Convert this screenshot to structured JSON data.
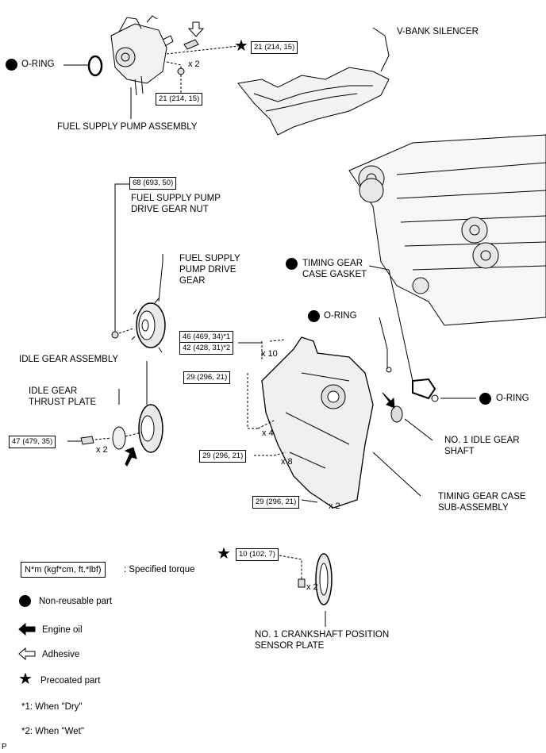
{
  "labels": {
    "o_ring_pump": "O-RING",
    "fuel_supply_pump_assembly": "FUEL SUPPLY PUMP ASSEMBLY",
    "v_bank_silencer": "V-BANK SILENCER",
    "drive_gear_nut_1": "FUEL SUPPLY PUMP",
    "drive_gear_nut_2": "DRIVE GEAR NUT",
    "drive_gear_1": "FUEL SUPPLY",
    "drive_gear_2": "PUMP DRIVE",
    "drive_gear_3": "GEAR",
    "timing_gasket_1": "TIMING GEAR",
    "timing_gasket_2": "CASE GASKET",
    "o_ring_case": "O-RING",
    "o_ring_right": "O-RING",
    "idle_gear_assembly": "IDLE GEAR ASSEMBLY",
    "idle_thrust_1": "IDLE GEAR",
    "idle_thrust_2": "THRUST PLATE",
    "no1_idle_shaft_1": "NO. 1 IDLE GEAR",
    "no1_idle_shaft_2": "SHAFT",
    "timing_case_1": "TIMING GEAR CASE",
    "timing_case_2": "SUB-ASSEMBLY",
    "crank_plate_1": "NO. 1 CRANKSHAFT POSITION",
    "crank_plate_2": "SENSOR PLATE"
  },
  "torques": {
    "pump_bolt": "21 (214, 15)",
    "pump_nut": "21 (214, 15)",
    "drive_gear_nut": "68 (693, 50)",
    "case_bolt_dry": "46 (469, 34)*1",
    "case_bolt_wet": "42 (428, 31)*2",
    "case_bolt_a": "29 (296, 21)",
    "idle_bolt": "47 (479, 35)",
    "case_bolt_b": "29 (296, 21)",
    "case_bolt_c": "29 (296, 21)",
    "crank_plate_bolt": "10 (102, 7)"
  },
  "quantities": {
    "pump_nut": "x 2",
    "case_bolt_10": "x 10",
    "case_bolt_4": "x 4",
    "idle_bolt": "x 2",
    "case_bolt_8": "x 8",
    "case_nut_2": "x 2",
    "crank_bolt": "x 2"
  },
  "legend": {
    "torque_unit": "N*m (kgf*cm, ft.*lbf)",
    "torque_desc": ": Specified torque",
    "non_reusable": "Non-reusable part",
    "engine_oil": "Engine oil",
    "adhesive": "Adhesive",
    "precoated": "Precoated part",
    "note_dry": "*1: When \"Dry\"",
    "note_wet": "*2: When \"Wet\""
  },
  "corner_mark": "P"
}
